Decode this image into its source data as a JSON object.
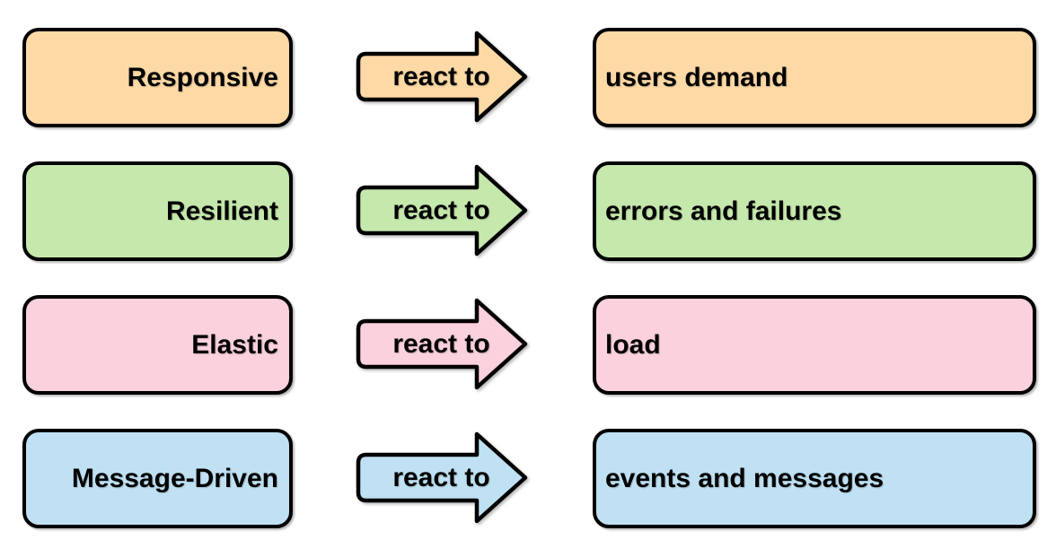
{
  "diagram": {
    "title_hidden": "",
    "background_color": "#ffffff",
    "stroke_color": "#000000",
    "text_color": "#000000",
    "rows": [
      {
        "trait": "Responsive",
        "connector": "react to",
        "target": "users demand",
        "fill": "#fdd9a6"
      },
      {
        "trait": "Resilient",
        "connector": "react to",
        "target": "errors and failures",
        "fill": "#c5e8ac"
      },
      {
        "trait": "Elastic",
        "connector": "react to",
        "target": "load",
        "fill": "#fad1dc"
      },
      {
        "trait": "Message-Driven",
        "connector": "react to",
        "target": "events and messages",
        "fill": "#bfe1f3"
      }
    ]
  }
}
